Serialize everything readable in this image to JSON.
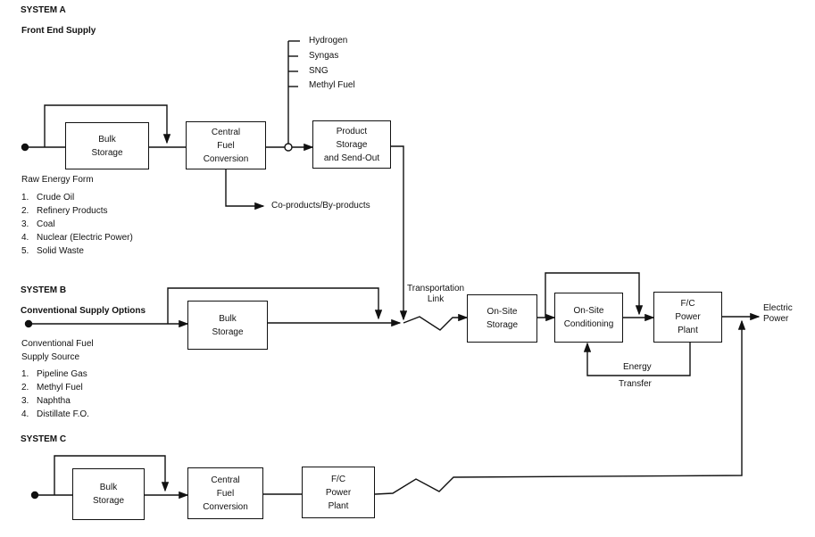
{
  "system_a": {
    "title": "SYSTEM A",
    "subtitle": "Front End Supply",
    "bulk_storage": "Bulk\nStorage",
    "central_fuel_conversion": "Central\nFuel\nConversion",
    "product_storage": "Product\nStorage\nand Send-Out",
    "products": [
      "Hydrogen",
      "Syngas",
      "SNG",
      "Methyl Fuel"
    ],
    "coproducts": "Co-products/By-products",
    "raw_energy_heading": "Raw Energy Form",
    "raw_energy_list": [
      {
        "n": "1.",
        "label": "Crude Oil"
      },
      {
        "n": "2.",
        "label": "Refinery Products"
      },
      {
        "n": "3.",
        "label": "Coal"
      },
      {
        "n": "4.",
        "label": "Nuclear (Electric Power)"
      },
      {
        "n": "5.",
        "label": "Solid Waste"
      }
    ]
  },
  "system_b": {
    "title": "SYSTEM B",
    "subtitle": "Conventional Supply Options",
    "bulk_storage": "Bulk\nStorage",
    "source_heading": "Conventional Fuel\nSupply Source",
    "source_list": [
      {
        "n": "1.",
        "label": "Pipeline Gas"
      },
      {
        "n": "2.",
        "label": "Methyl Fuel"
      },
      {
        "n": "3.",
        "label": "Naphtha"
      },
      {
        "n": "4.",
        "label": "Distillate F.O."
      }
    ]
  },
  "shared": {
    "transportation_link": "Transportation\nLink",
    "onsite_storage": "On-Site\nStorage",
    "onsite_conditioning": "On-Site\nConditioning",
    "fc_power_plant": "F/C\nPower\nPlant",
    "energy_label": "Energy",
    "transfer_label": "Transfer",
    "electric_power": "Electric\nPower"
  },
  "system_c": {
    "title": "SYSTEM C",
    "bulk_storage": "Bulk\nStorage",
    "central_fuel_conversion": "Central\nFuel\nConversion",
    "fc_power_plant": "F/C\nPower\nPlant"
  }
}
